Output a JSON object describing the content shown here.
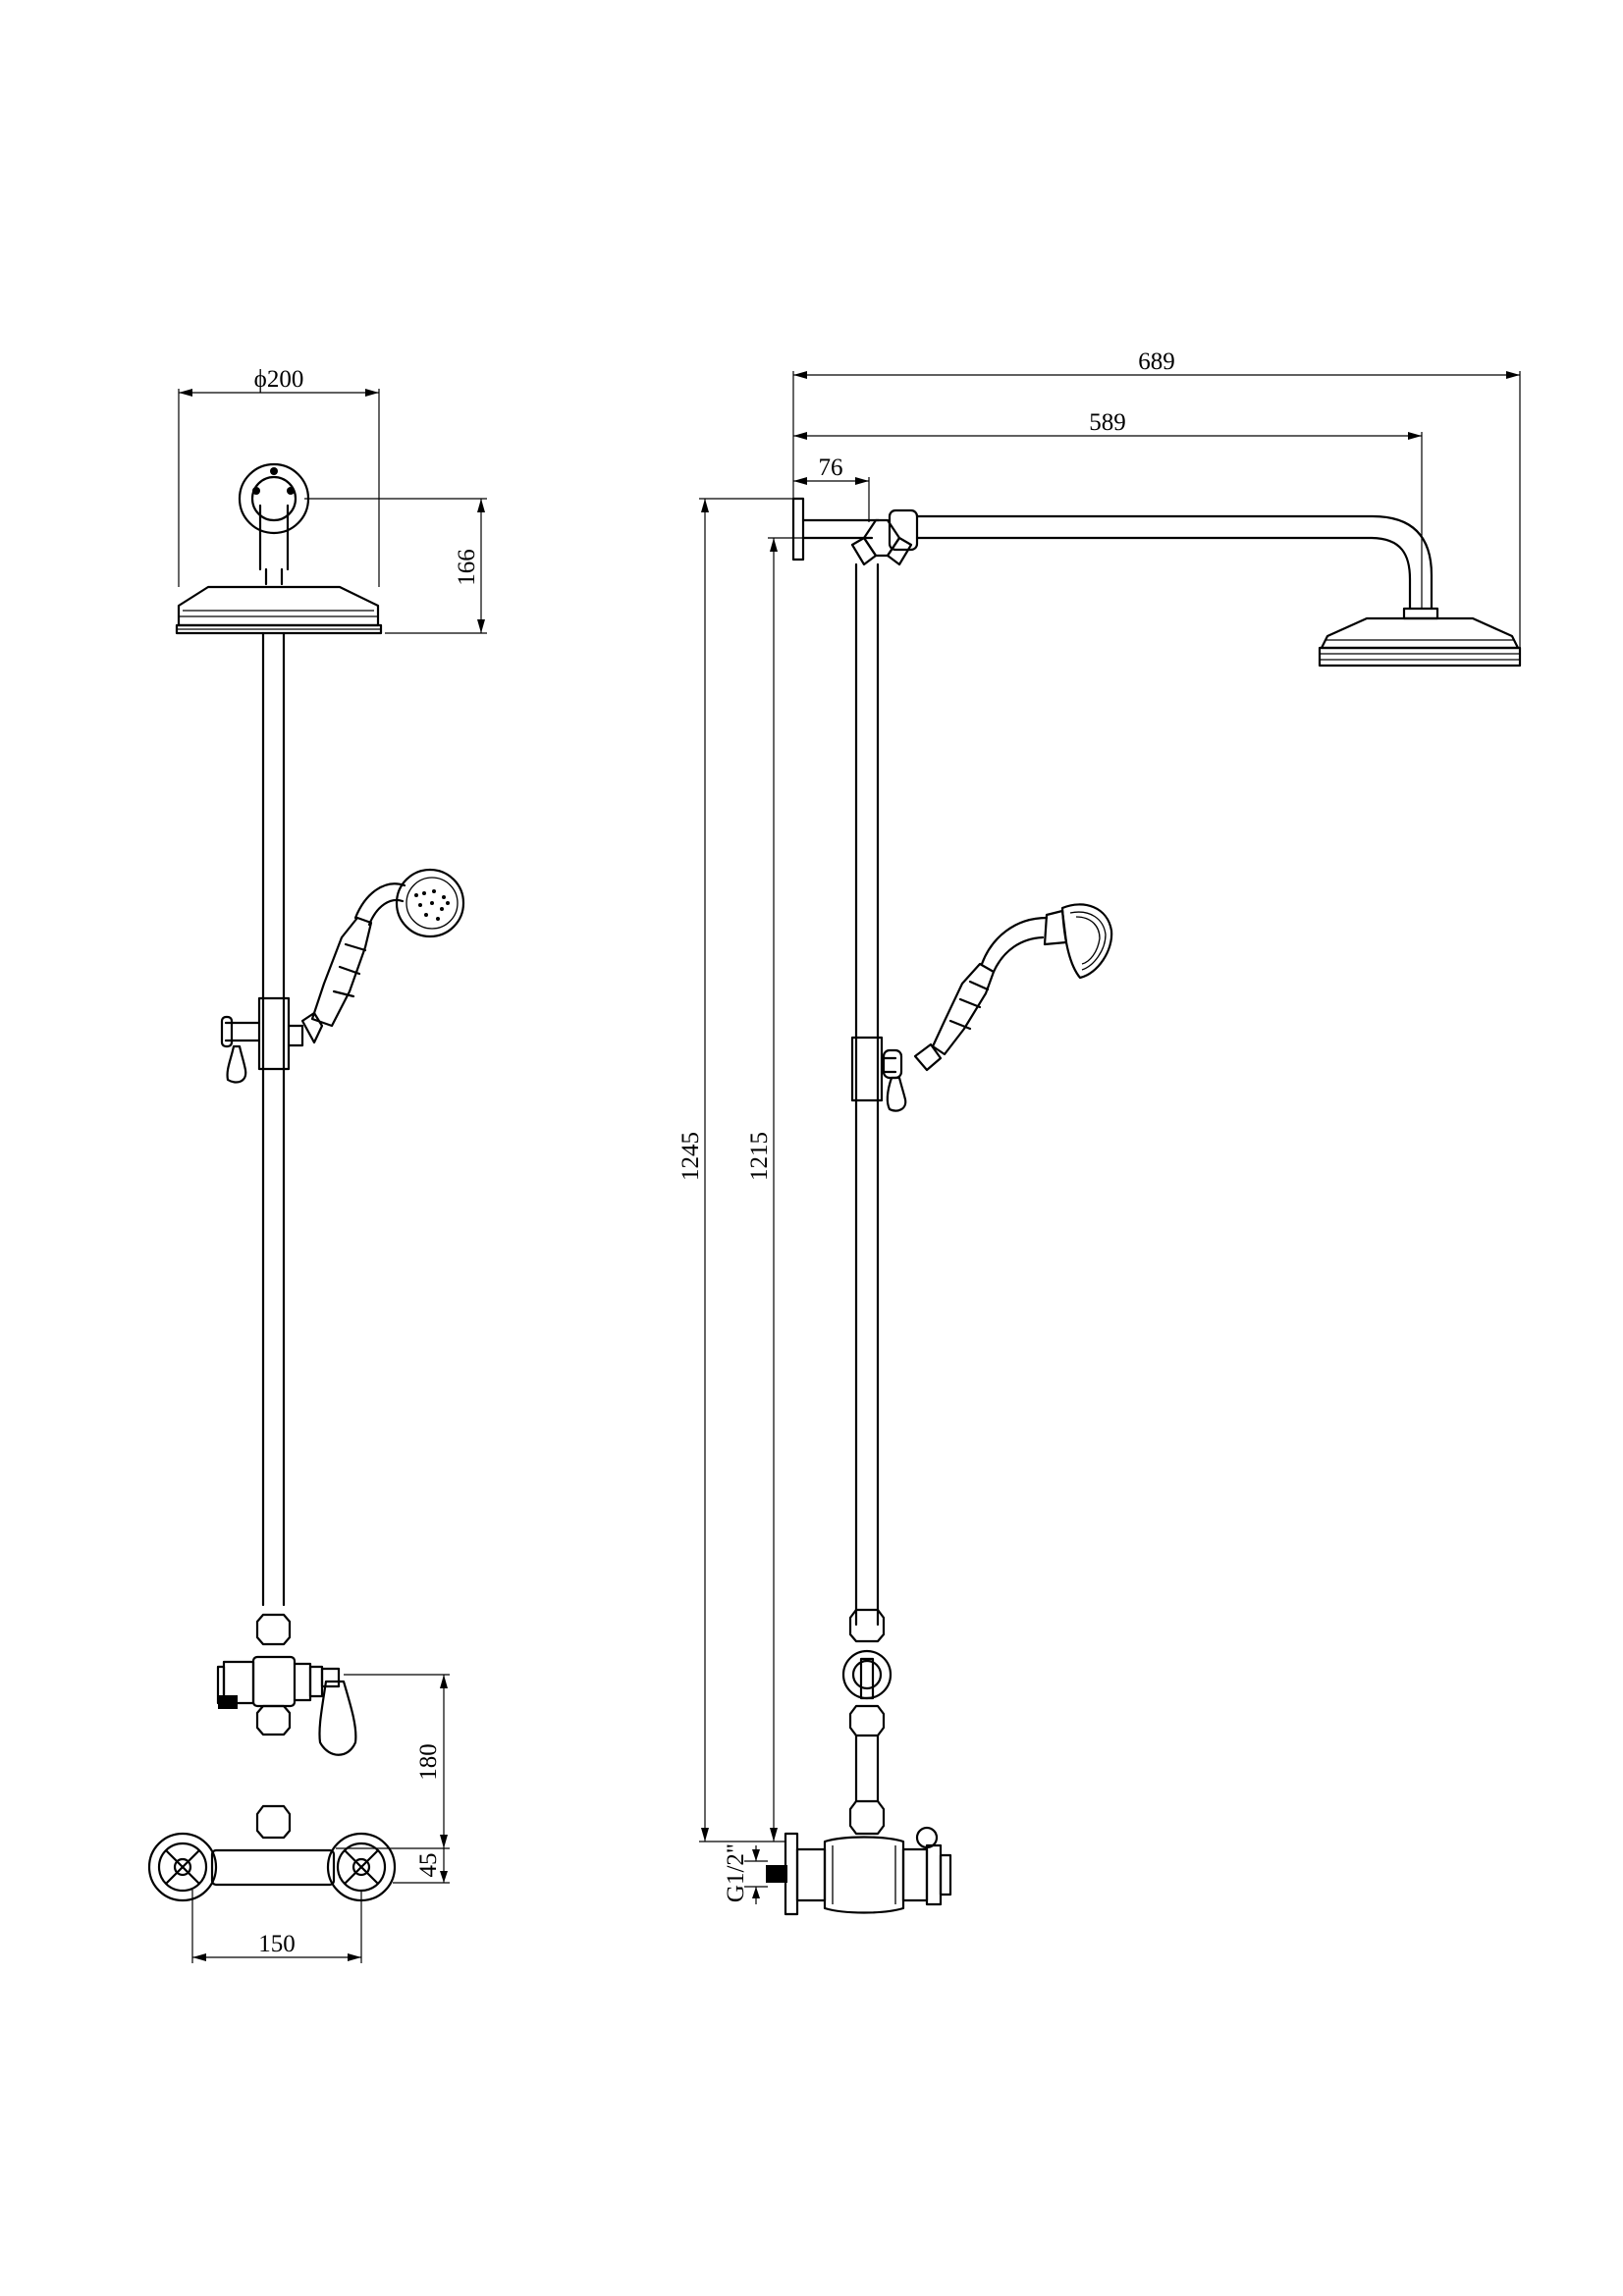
{
  "views": {
    "front": {
      "dimensions": {
        "head_diameter": "ϕ200",
        "head_height": "166",
        "valve_to_diverter": "180",
        "valve_offset": "45",
        "valve_width": "150"
      }
    },
    "side": {
      "dimensions": {
        "overall_projection": "689",
        "arm_reach": "589",
        "wall_bracket": "76",
        "overall_height": "1245",
        "riser_height": "1215",
        "inlet_thread": "G1/2\""
      }
    }
  }
}
